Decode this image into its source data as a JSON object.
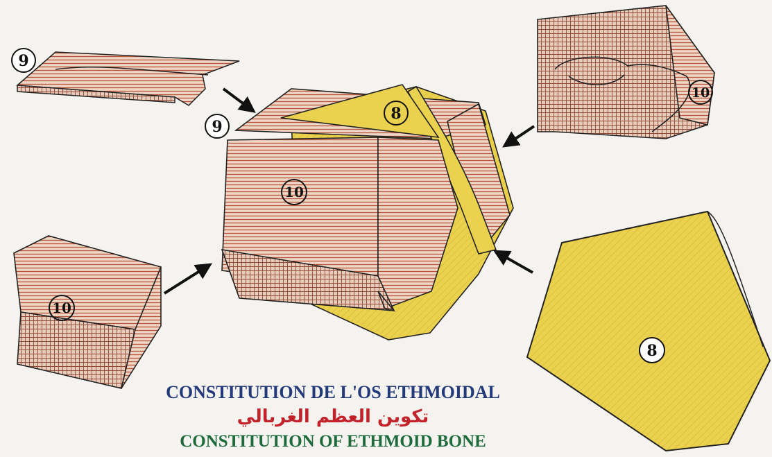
{
  "labels": {
    "ethmoid_plate_top": "9",
    "ethmoid_plate_center": "9",
    "vertical_plate_center": "8",
    "vertical_plate_right": "8",
    "lateral_mass_center": "10",
    "lateral_mass_left": "10",
    "lateral_mass_right": "10"
  },
  "captions": {
    "french": "CONSTITUTION DE L'OS ETHMOIDAL",
    "arabic": "تكوين العظم الغربالي",
    "english": "CONSTITUTION OF ETHMOID BONE"
  },
  "colors": {
    "bone_brown": "#b6553a",
    "plate_yellow": "#ead24f",
    "french_caption": "#233a7a",
    "arabic_caption": "#c2232b",
    "english_caption": "#1f6a3c"
  }
}
